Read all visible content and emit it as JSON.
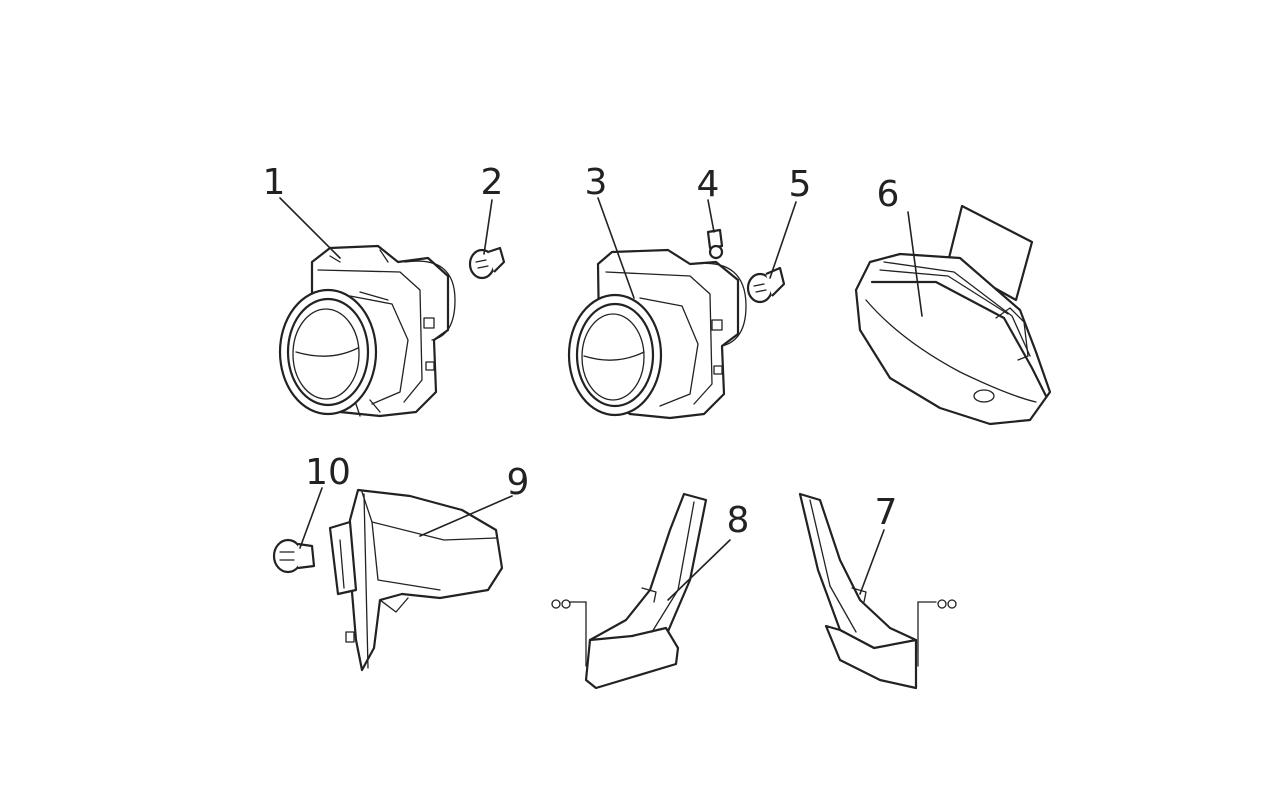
{
  "parts": [
    {
      "id": "part-1",
      "label": "1"
    },
    {
      "id": "part-2",
      "label": "2"
    },
    {
      "id": "part-3",
      "label": "3"
    },
    {
      "id": "part-4",
      "label": "4"
    },
    {
      "id": "part-5",
      "label": "5"
    },
    {
      "id": "part-6",
      "label": "6"
    },
    {
      "id": "part-7",
      "label": "7"
    },
    {
      "id": "part-8",
      "label": "8"
    },
    {
      "id": "part-9",
      "label": "9"
    },
    {
      "id": "part-10",
      "label": "10"
    }
  ],
  "colors": {
    "line": "#222222",
    "background": "#ffffff"
  }
}
